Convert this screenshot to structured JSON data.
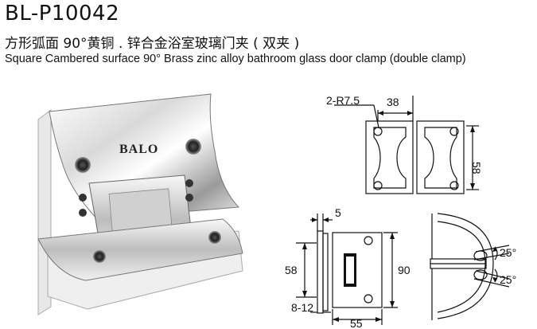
{
  "header": {
    "model": "BL-P10042",
    "title_cn": "方形弧面 90°黄铜 . 锌合金浴室玻璃门夹 ( 双夹 )",
    "title_en": "Square Cambered surface 90° Brass zinc alloy bathroom glass door clamp (double clamp)"
  },
  "product": {
    "brand_logo": "BALO"
  },
  "drawings": {
    "front_view": {
      "hole_radius": "2-R7.5",
      "width": "38",
      "height": "58"
    },
    "side_view": {
      "thickness": "5",
      "height_inner": "58",
      "height_outer": "90",
      "glass_range": "8-12",
      "width": "55"
    },
    "swing_view": {
      "angle_upper": "25°",
      "angle_lower": "25°"
    }
  },
  "colors": {
    "line": "#111111",
    "metal_light": "#f2f2f2",
    "metal_dark": "#6b6b6b"
  }
}
